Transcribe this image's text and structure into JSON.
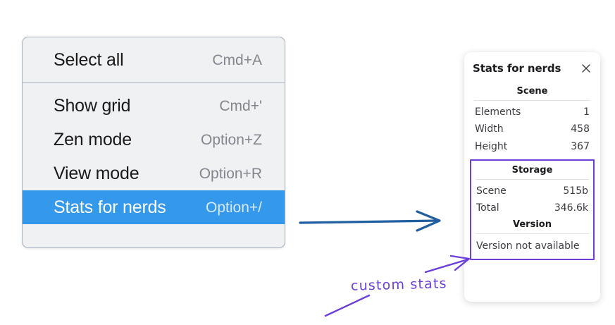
{
  "menu": {
    "name": "context-menu",
    "sections": [
      {
        "items": [
          {
            "label": "Select all",
            "shortcut": "Cmd+A",
            "selected": false
          }
        ]
      },
      {
        "items": [
          {
            "label": "Show grid",
            "shortcut": "Cmd+'",
            "selected": false
          },
          {
            "label": "Zen mode",
            "shortcut": "Option+Z",
            "selected": false
          },
          {
            "label": "View mode",
            "shortcut": "Option+R",
            "selected": false
          },
          {
            "label": "Stats for nerds",
            "shortcut": "Option+/",
            "selected": true
          }
        ]
      }
    ],
    "highlight_color": "#3498eb"
  },
  "stats_panel": {
    "title": "Stats for nerds",
    "close_icon": "close-icon",
    "scene": {
      "heading": "Scene",
      "rows": [
        {
          "key": "Elements",
          "value": "1"
        },
        {
          "key": "Width",
          "value": "458"
        },
        {
          "key": "Height",
          "value": "367"
        }
      ]
    },
    "storage": {
      "heading": "Storage",
      "rows": [
        {
          "key": "Scene",
          "value": "515b"
        },
        {
          "key": "Total",
          "value": "346.6k"
        }
      ]
    },
    "version": {
      "heading": "Version",
      "text": "Version not available"
    },
    "highlight_color": "#6c3fd8"
  },
  "annotations": {
    "custom_stats_label": "custom stats",
    "blue_arrow_color": "#1f5fa0",
    "purple_color": "#6c3fd8"
  }
}
